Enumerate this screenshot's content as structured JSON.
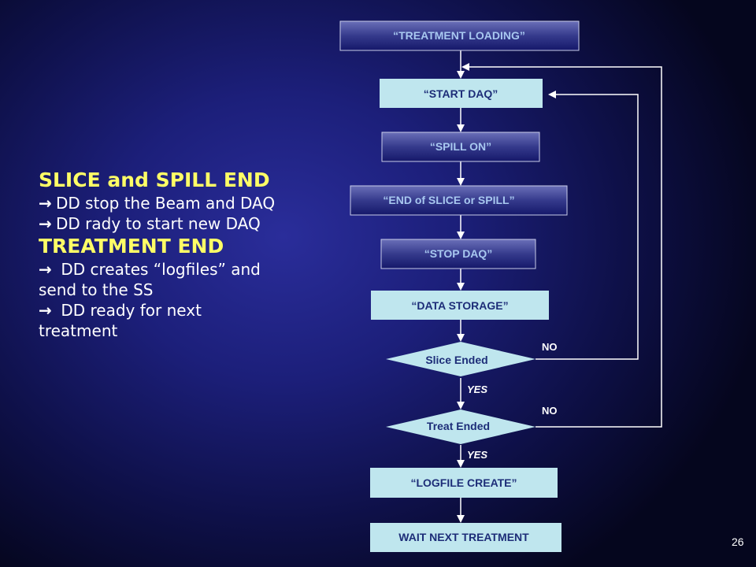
{
  "left_panel": {
    "heading1": "SLICE and SPILL END",
    "line1": "DD stop the Beam and DAQ",
    "line2": "DD rady to start new DAQ",
    "heading2": "TREATMENT END",
    "line3a": "DD creates “logfiles” and",
    "line3b": "send to the SS",
    "line4a": "DD ready for next",
    "line4b": "treatment",
    "arrow": "→"
  },
  "flow": {
    "treatment_loading": "“TREATMENT LOADING”",
    "start_daq": "“START DAQ”",
    "spill_on": "“SPILL ON”",
    "end_slice": "“END of SLICE or SPILL”",
    "stop_daq": "“STOP DAQ”",
    "data_storage": "“DATA STORAGE”",
    "slice_ended": "Slice Ended",
    "treat_ended": "Treat Ended",
    "logfile_create": "“LOGFILE CREATE”",
    "wait_next": "WAIT NEXT TREATMENT",
    "no1": "NO",
    "no2": "NO",
    "yes1": "YES",
    "yes2": "YES"
  },
  "colors": {
    "light_box": "#bfe6ee",
    "light_text": "#1d2d78",
    "dark_box_top": "#5a5ea8",
    "dark_box_bottom": "#1a1d6a",
    "dark_text": "#a8c8f0",
    "heading_yellow": "#ffff66"
  },
  "page_number": "26"
}
